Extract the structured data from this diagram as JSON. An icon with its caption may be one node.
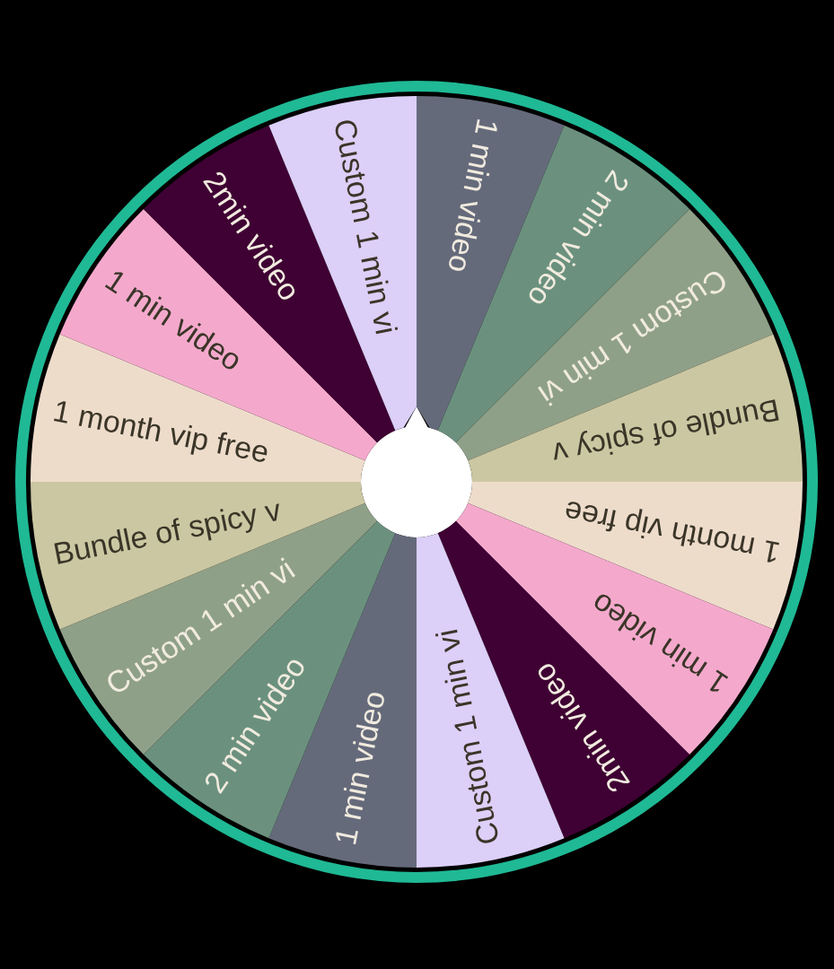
{
  "diagram": {
    "nodes": [
      {
        "text": [
          "1 min video"
        ]
      },
      {
        "text": [
          "2 min video"
        ]
      },
      {
        "text": [
          "Custom 1 min vi"
        ]
      },
      {
        "text": [
          "Bundle of spicy v"
        ]
      },
      {
        "text": [
          "1 month vip free"
        ]
      },
      {
        "text": [
          "1 min video"
        ]
      },
      {
        "text": [
          "2min video"
        ]
      },
      {
        "text": [
          "Custom 1 min vi"
        ]
      },
      {
        "text": [
          "1 min video"
        ]
      },
      {
        "text": [
          "2 min video"
        ]
      },
      {
        "text": [
          "Custom 1 min vi"
        ]
      },
      {
        "text": [
          "Bundle of spicy v"
        ]
      },
      {
        "text": [
          "1 month vip free"
        ]
      },
      {
        "text": [
          "1 min video"
        ]
      },
      {
        "text": [
          "2min video"
        ]
      },
      {
        "text": [
          "Custom 1 min vi"
        ]
      }
    ]
  }
}
